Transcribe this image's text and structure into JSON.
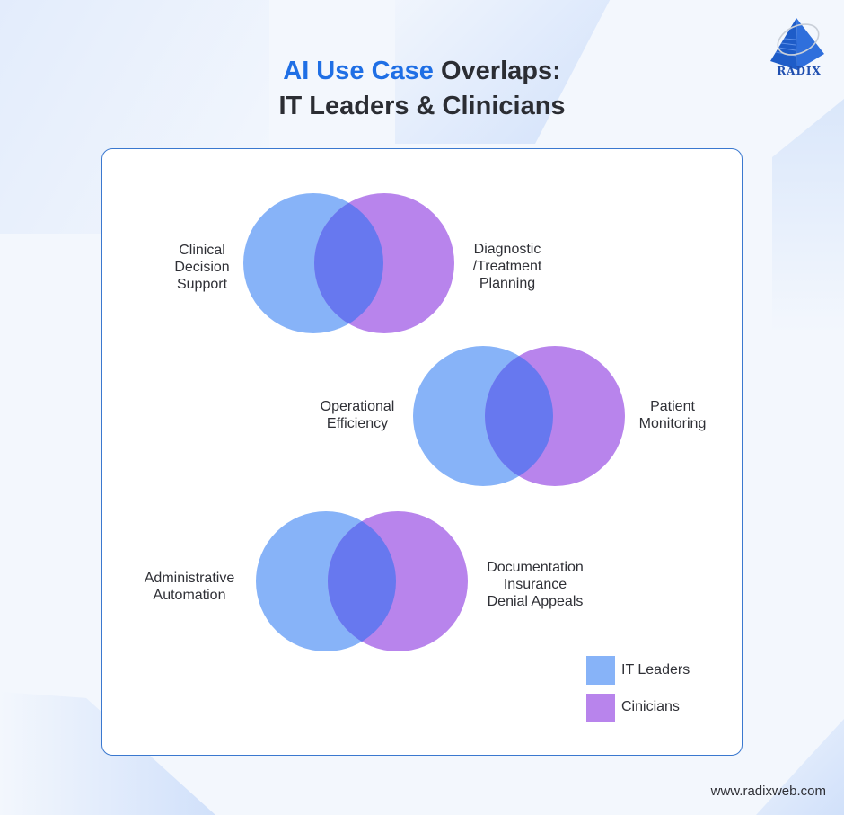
{
  "header": {
    "title_accent": "AI Use Case",
    "title_rest": " Overlaps:",
    "subtitle": "IT Leaders & Clinicians"
  },
  "logo": {
    "text": "RADIX",
    "icon": "pyramid-logo-icon"
  },
  "colors": {
    "accent": "#1f6fe5",
    "it_leaders": "#87b3f8",
    "clinicians": "#b884ec",
    "overlap": "#6778ef",
    "card_border": "#3a78cf",
    "text": "#2f3036"
  },
  "venns": [
    {
      "left_label": [
        "Clinical",
        "Decision",
        "Support"
      ],
      "right_label": [
        "Diagnostic",
        "/Treatment",
        "Planning"
      ]
    },
    {
      "left_label": [
        "Operational",
        "Efficiency"
      ],
      "right_label": [
        "Patient",
        "Monitoring"
      ]
    },
    {
      "left_label": [
        "Administrative",
        "Automation"
      ],
      "right_label": [
        "Documentation",
        "Insurance",
        "Denial Appeals"
      ]
    }
  ],
  "legend": [
    {
      "label": "IT Leaders",
      "color": "#87b3f8"
    },
    {
      "label": "Cinicians",
      "color": "#b884ec"
    }
  ],
  "footer": {
    "url": "www.radixweb.com"
  }
}
